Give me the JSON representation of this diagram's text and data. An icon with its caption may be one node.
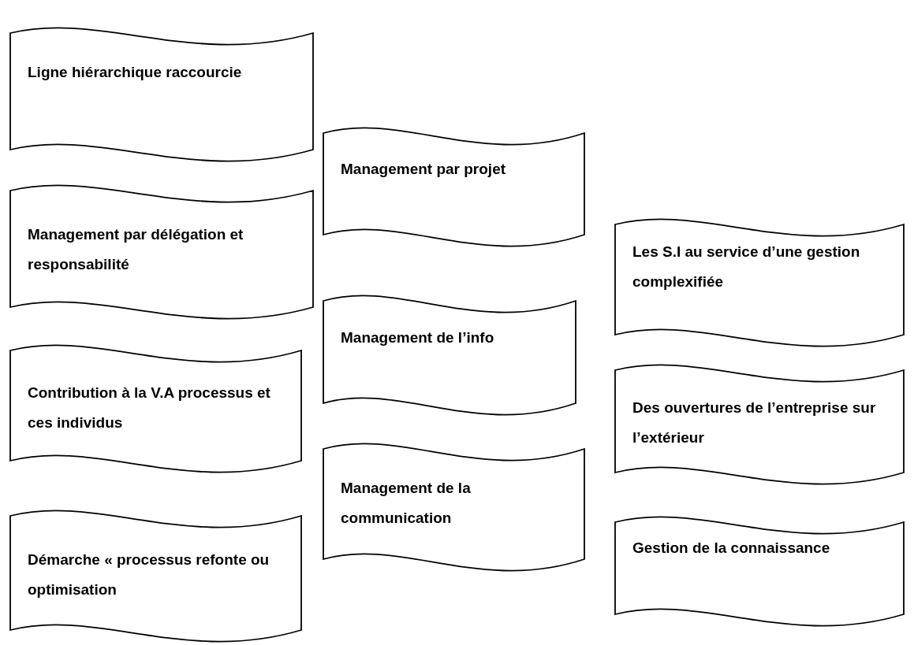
{
  "diagram": {
    "nodes": [
      {
        "text": [
          "Ligne hiérarchique raccourcie"
        ]
      },
      {
        "text": [
          "Management par délégation et responsabilité"
        ]
      },
      {
        "text": [
          "Contribution à la V.A processus et ces individus"
        ]
      },
      {
        "text": [
          "Démarche « processus refonte ou optimisation"
        ]
      },
      {
        "text": [
          "Management par projet"
        ]
      },
      {
        "text": [
          "Management de l’info"
        ]
      },
      {
        "text": [
          "Management de la communication"
        ]
      },
      {
        "text": [
          "Les  S.I au service d’une gestion complexifiée"
        ]
      },
      {
        "text": [
          "Des ouvertures de l’entreprise  sur l’extérieur"
        ]
      },
      {
        "text": [
          "Gestion de la connaissance"
        ]
      }
    ]
  }
}
